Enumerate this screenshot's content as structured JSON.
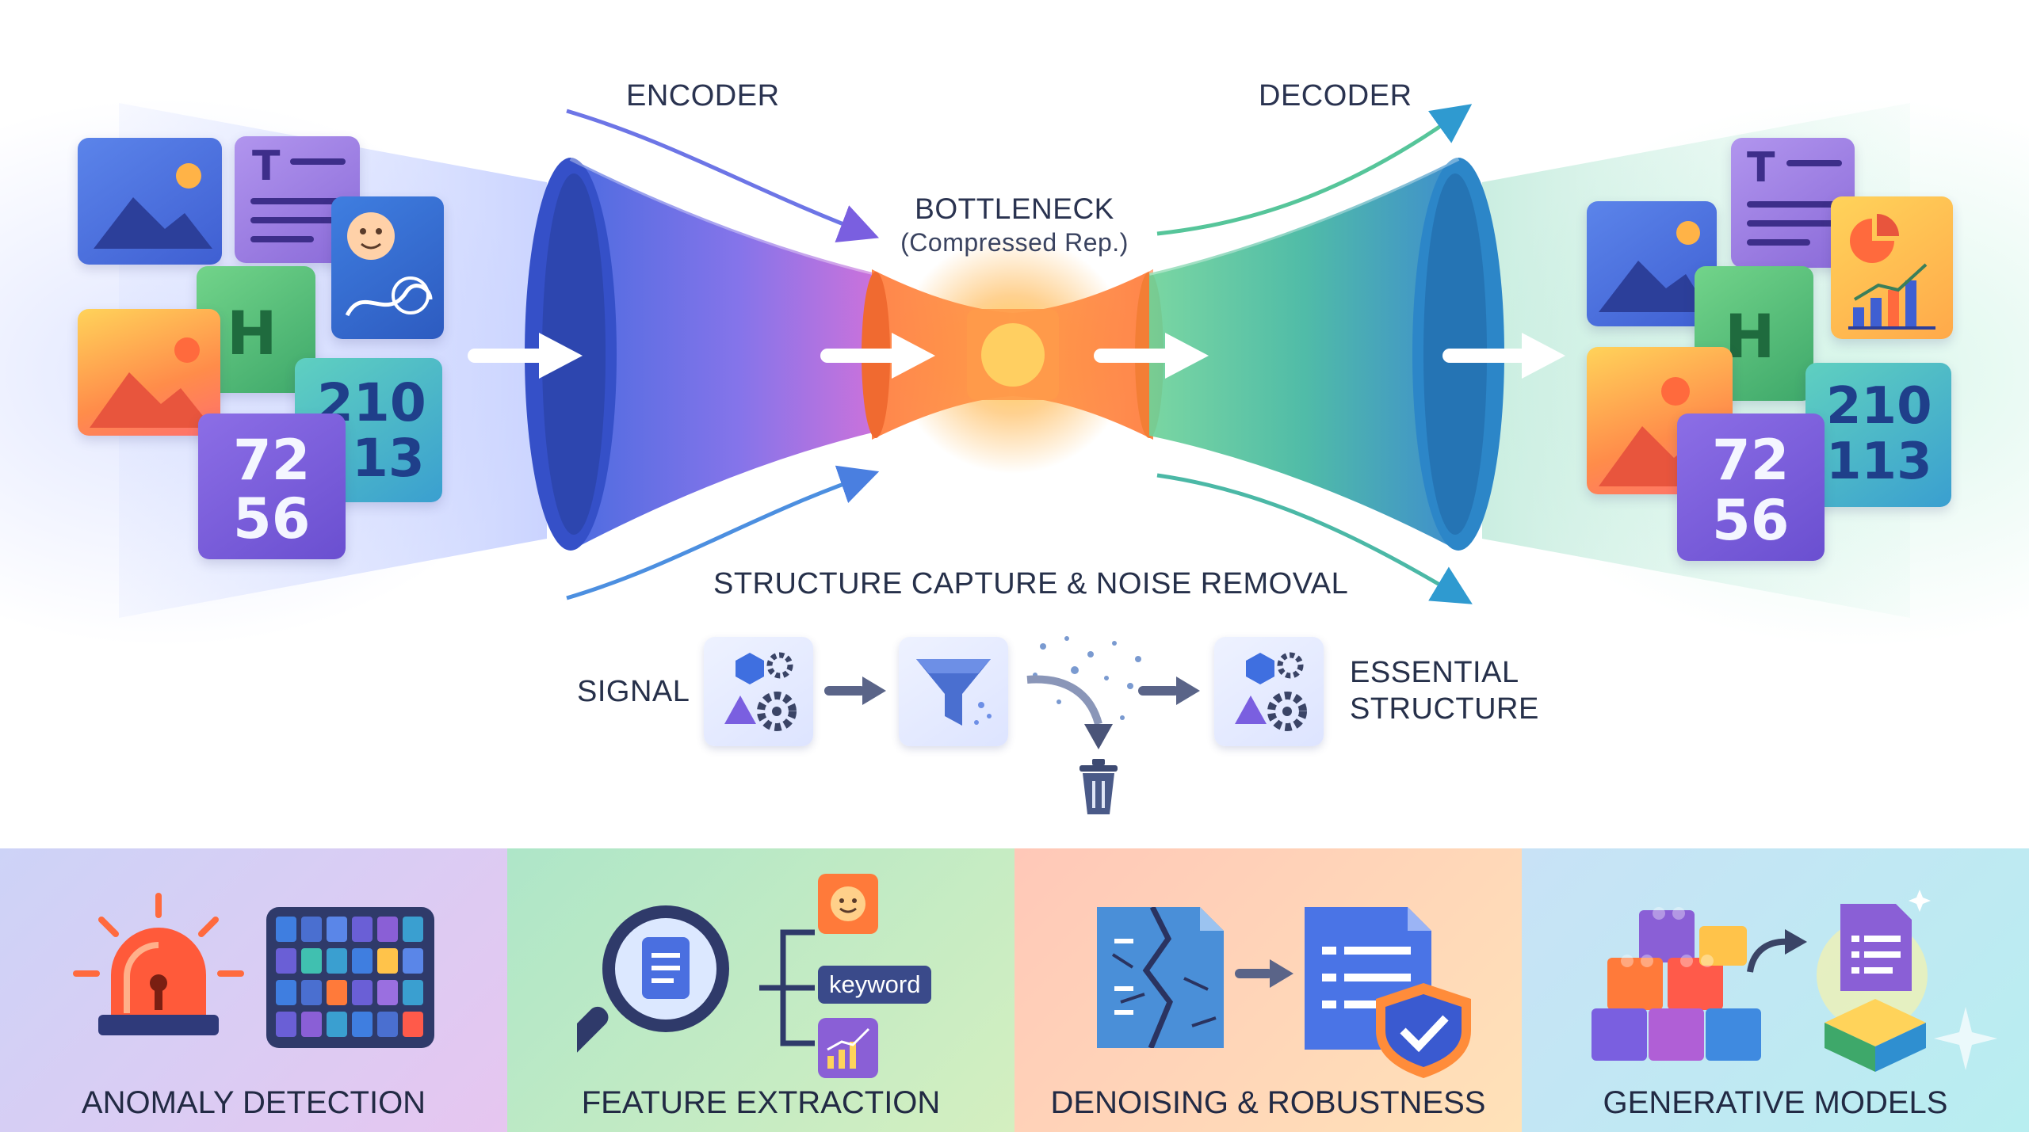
{
  "header": {
    "encoder_label": "ENCODER",
    "decoder_label": "DECODER",
    "bottleneck_title": "BOTTLENECK",
    "bottleneck_subtitle": "(Compressed Rep.)"
  },
  "input_tiles": {
    "text_letter": "T",
    "h_letter": "H",
    "numbers_a": [
      "210",
      "13"
    ],
    "numbers_b": [
      "72",
      "56"
    ]
  },
  "output_tiles": {
    "text_letter": "T",
    "h_letter": "H",
    "numbers_a": [
      "210",
      "113"
    ],
    "numbers_b": [
      "72",
      "56"
    ]
  },
  "process": {
    "title": "STRUCTURE CAPTURE & NOISE REMOVAL",
    "signal_label": "SIGNAL",
    "result_line1": "ESSENTIAL",
    "result_line2": "STRUCTURE"
  },
  "applications": [
    {
      "label": "ANOMALY DETECTION",
      "icons": [
        "alarm-icon",
        "grid-heatmap-icon"
      ]
    },
    {
      "label": "FEATURE EXTRACTION",
      "keyword": "keyword",
      "icons": [
        "magnifier-document-icon",
        "smiley-icon",
        "chart-icon"
      ]
    },
    {
      "label": "DENOISING & ROBUSTNESS",
      "icons": [
        "cracked-image-icon",
        "document-icon",
        "shield-check-icon"
      ]
    },
    {
      "label": "GENERATIVE MODELS",
      "icons": [
        "blocks-icon",
        "generated-document-icon"
      ]
    }
  ],
  "colors": {
    "encoder_start": "#3b5bdb",
    "encoder_end": "#9c5fe0",
    "bottleneck": "#ff8a3d",
    "decoder_start": "#4cc38a",
    "decoder_end": "#2f8fd0",
    "panel_anomaly": "#e7c8f2",
    "panel_feature": "#bde8c8",
    "panel_denoise": "#ffd7b8",
    "panel_generative": "#c4e6f5"
  }
}
